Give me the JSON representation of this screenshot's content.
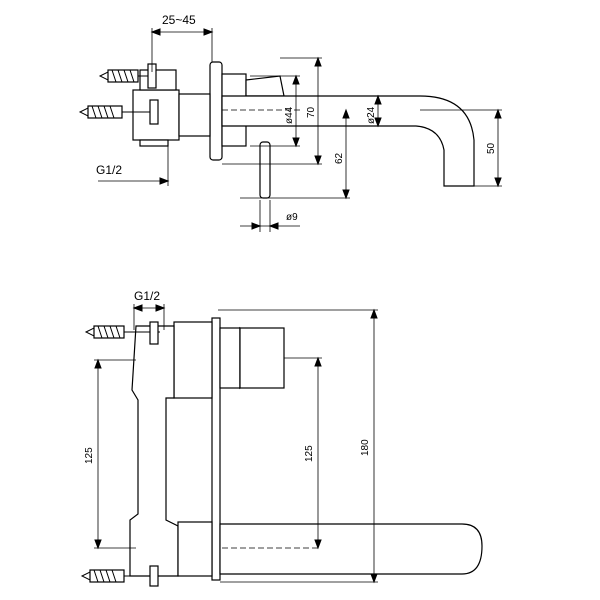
{
  "top_view": {
    "dim_depth_range": "25~45",
    "dim_thread": "G1/2",
    "dim_flange_dia": "ø44",
    "dim_height_70": "70",
    "dim_spout_dia": "ø24",
    "dim_handle_drop": "62",
    "dim_spout_drop": "50",
    "dim_lever_dia": "ø9"
  },
  "front_view": {
    "dim_thread": "G1/2",
    "dim_center_left": "125",
    "dim_center_right": "125",
    "dim_total_height": "180"
  }
}
